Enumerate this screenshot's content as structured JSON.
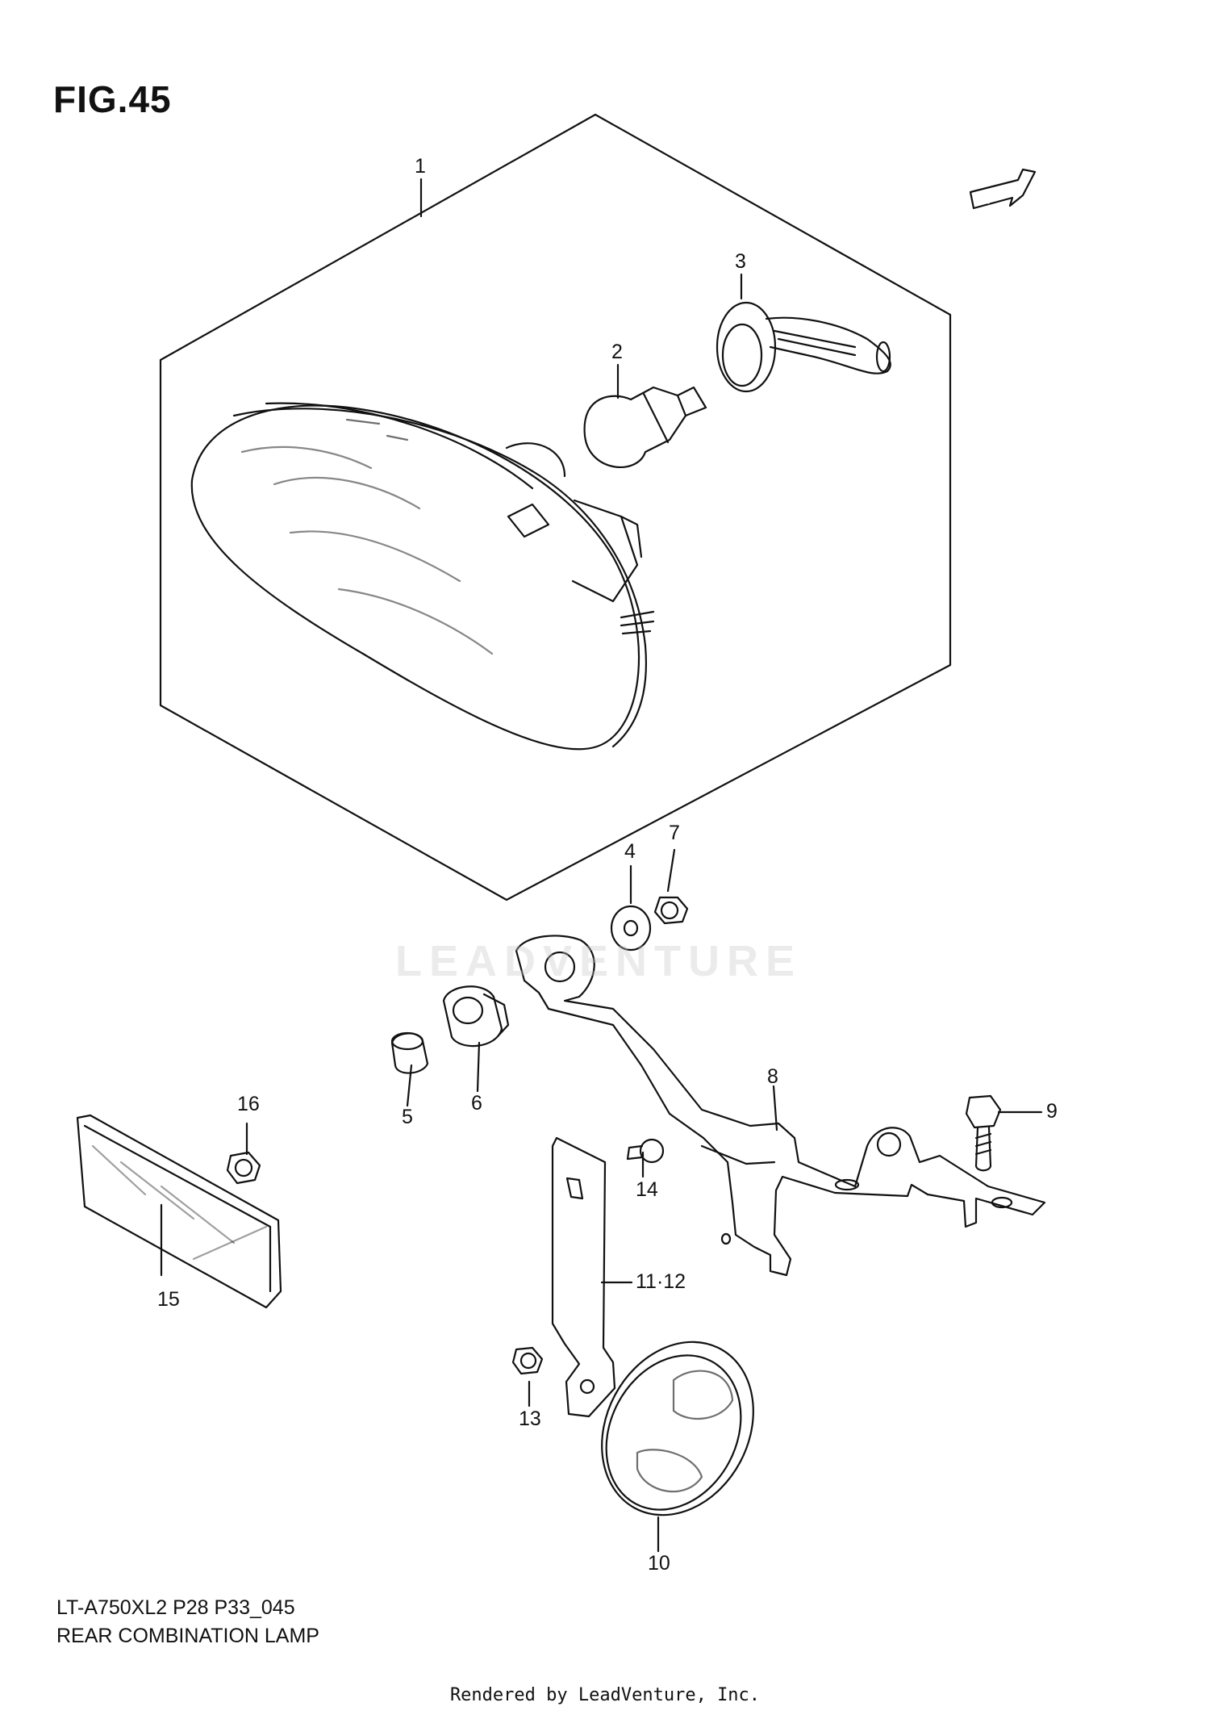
{
  "figure": {
    "title": "FIG.45",
    "model_code": "LT-A750XL2 P28 P33_045",
    "name": "REAR COMBINATION LAMP",
    "rendered_by": "Rendered by LeadVenture, Inc.",
    "watermark": "LEADVENTURE",
    "fwd_label": "FWD"
  },
  "callouts": {
    "c1": "1",
    "c2": "2",
    "c3": "3",
    "c4": "4",
    "c5": "5",
    "c6": "6",
    "c7": "7",
    "c8": "8",
    "c9": "9",
    "c10": "10",
    "c1112": "11·12",
    "c13": "13",
    "c14": "14",
    "c15": "15",
    "c16": "16"
  }
}
